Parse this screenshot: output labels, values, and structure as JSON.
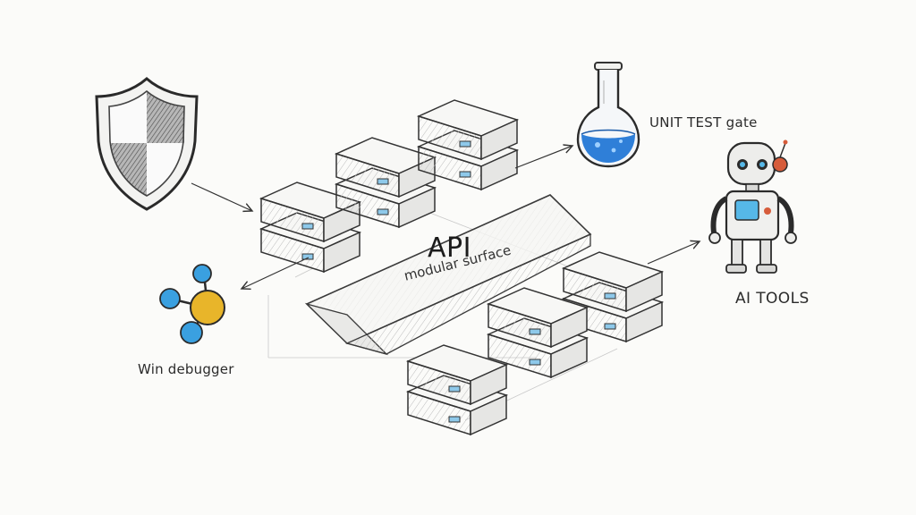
{
  "surface": {
    "title": "API",
    "subtitle": "modular surface"
  },
  "nodes": {
    "security": {
      "icon": "shield-icon"
    },
    "unit_test": {
      "label": "UNIT TEST gate",
      "icon": "flask-icon"
    },
    "ai_tools": {
      "label": "AI TOOLS",
      "icon": "robot-icon"
    },
    "win_debugger": {
      "label": "Win debugger",
      "icon": "molecule-icon"
    }
  },
  "colors": {
    "ink": "#2b2b2b",
    "flask_liquid": "#2f7fd8",
    "robot_screen": "#56b8e8",
    "molecule_center": "#e8b52a",
    "molecule_atoms": "#3aa0e0"
  }
}
